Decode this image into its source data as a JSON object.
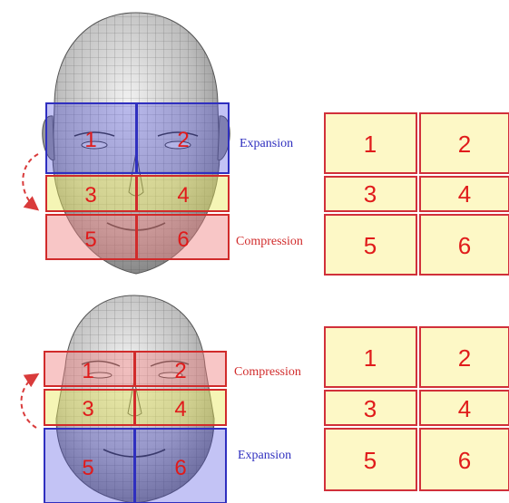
{
  "colors": {
    "expansion": "#2f2fbf",
    "compression": "#d12b2b",
    "number": "#e01b1b",
    "grid_cell_fill": "#fdf8c6",
    "grid_border": "#d1303a",
    "arrow": "#d93b3b"
  },
  "panels": [
    {
      "id": "top",
      "face_state": "upper face expanded, lower face compressed",
      "label_upper": "Expansion",
      "label_lower": "Compression",
      "regions": [
        {
          "n": "1",
          "zone": "expansion"
        },
        {
          "n": "2",
          "zone": "expansion"
        },
        {
          "n": "3",
          "zone": "neutral"
        },
        {
          "n": "4",
          "zone": "neutral"
        },
        {
          "n": "5",
          "zone": "compression"
        },
        {
          "n": "6",
          "zone": "compression"
        }
      ],
      "grid": [
        "1",
        "2",
        "3",
        "4",
        "5",
        "6"
      ]
    },
    {
      "id": "bottom",
      "face_state": "upper face compressed, lower face expanded",
      "label_upper": "Compression",
      "label_lower": "Expansion",
      "regions": [
        {
          "n": "1",
          "zone": "compression"
        },
        {
          "n": "2",
          "zone": "compression"
        },
        {
          "n": "3",
          "zone": "neutral"
        },
        {
          "n": "4",
          "zone": "neutral"
        },
        {
          "n": "5",
          "zone": "expansion"
        },
        {
          "n": "6",
          "zone": "expansion"
        }
      ],
      "grid": [
        "1",
        "2",
        "3",
        "4",
        "5",
        "6"
      ]
    }
  ]
}
